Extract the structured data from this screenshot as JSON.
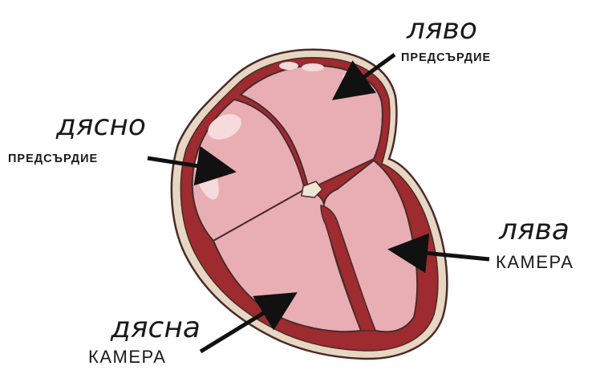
{
  "labels": {
    "left_atrium": {
      "main": "ляво",
      "sub": "ПРЕДСЪРДИЕ"
    },
    "right_atrium": {
      "main": "дясно",
      "sub": "ПРЕДСЪРДИЕ"
    },
    "left_ventricle": {
      "main": "лява",
      "sub": "КАМЕРА"
    },
    "right_ventricle": {
      "main": "дясна",
      "sub": "КАМЕРА"
    }
  },
  "colors": {
    "chamber_fill": "#e8aeb3",
    "chamber_highlight": "#f6dadc",
    "muscle": "#9e2b2f",
    "outline": "#4a2a2a",
    "outer_rim": "#e6d6c2",
    "arrow": "#111111"
  }
}
